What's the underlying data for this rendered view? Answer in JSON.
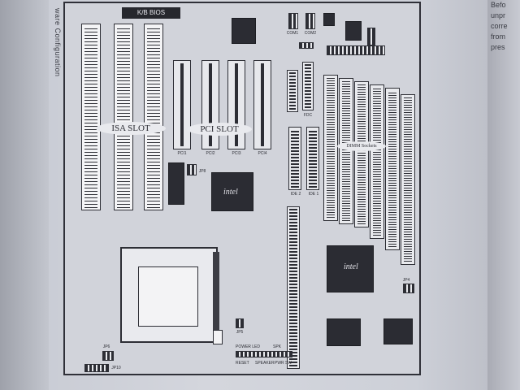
{
  "book": {
    "side_heading": "ware Configuration",
    "right_text_lines": [
      "Befo",
      "unpr",
      "corre",
      "from",
      "pres"
    ]
  },
  "board": {
    "bios_label": "K/B BIOS",
    "isa_label": "ISA SLOT",
    "pci_label": "PCI SLOT",
    "pci_slots": [
      "PCI1",
      "PCI2",
      "PCI3",
      "PCI4"
    ],
    "ide_labels": [
      "IDE 2",
      "IDE 1"
    ],
    "fdc_label": "FDC",
    "com_labels": [
      "COM1",
      "COM2"
    ],
    "dimm_label": "DIMM Sockets",
    "chip_brand": "intel",
    "jumper_labels": [
      "JP8",
      "JP4",
      "JP10",
      "JP6",
      "JP5"
    ],
    "power_labels": [
      "POWER LED",
      "SPK",
      "RESET",
      "SPEAKER",
      "PWR SW"
    ]
  }
}
